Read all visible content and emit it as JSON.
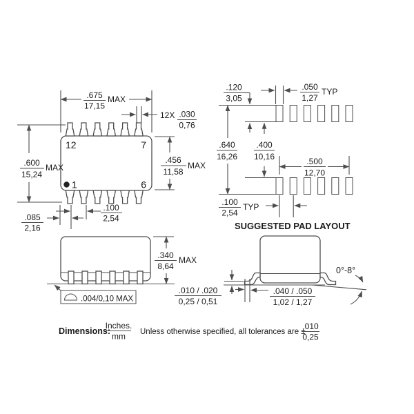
{
  "drawing": {
    "top_view": {
      "pins": {
        "top_left": "12",
        "top_right": "7",
        "bottom_left": "1",
        "bottom_right": "6"
      },
      "dim_overall_width": {
        "in": ".675",
        "mm": "17,15",
        "suffix": "MAX"
      },
      "dim_lead_width": {
        "qty": "12X",
        "in": ".030",
        "mm": "0,76"
      },
      "dim_overall_height": {
        "in": ".600",
        "mm": "15,24",
        "suffix": "MAX"
      },
      "dim_body_height": {
        "in": ".456",
        "mm": "11,58",
        "suffix": "MAX"
      },
      "dim_edge_to_pin1": {
        "in": ".085",
        "mm": "2,16"
      },
      "dim_pin_pitch": {
        "in": ".100",
        "mm": "2,54"
      }
    },
    "pad_layout": {
      "title": "SUGGESTED PAD LAYOUT",
      "dim_pad_length": {
        "in": ".120",
        "mm": "3,05"
      },
      "dim_pad_width": {
        "in": ".050",
        "mm": "1,27",
        "suffix": "TYP"
      },
      "dim_outer_span": {
        "in": ".640",
        "mm": "16,26"
      },
      "dim_inner_span": {
        "in": ".400",
        "mm": "10,16"
      },
      "dim_row_width": {
        "in": ".500",
        "mm": "12,70"
      },
      "dim_pad_pitch": {
        "in": ".100",
        "mm": "2,54",
        "suffix": "TYP"
      }
    },
    "side_view": {
      "dim_height": {
        "in": ".340",
        "mm": "8,64",
        "suffix": "MAX"
      },
      "flatness": ".004/0,10 MAX"
    },
    "end_view": {
      "dim_lead_thickness": {
        "in": ".010 / .020",
        "mm": "0,25 / 0,51"
      },
      "dim_foot_length": {
        "in": ".040 / .050",
        "mm": "1,02 / 1,27"
      },
      "lead_angle": "0°-8°"
    },
    "footer": {
      "label": "Dimensions:",
      "units_numerator": "Inches.",
      "units_denominator": "mm",
      "tolerance_note": "Unless otherwise specified, all tolerances are ±",
      "tolerance_in": ".010",
      "tolerance_mm": "0,25"
    }
  }
}
